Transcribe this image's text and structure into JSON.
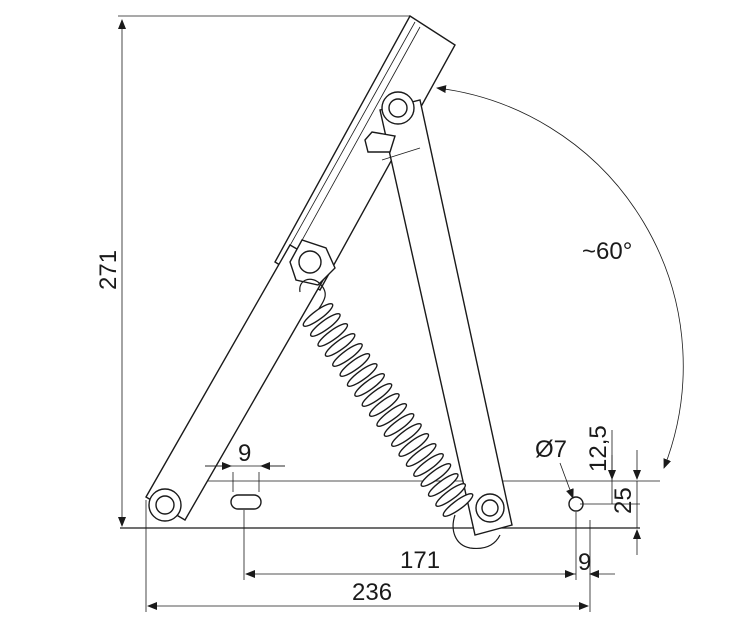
{
  "drawing": {
    "dimensions": {
      "height": "271",
      "slot_width": "9",
      "distance_171": "171",
      "distance_236": "236",
      "hole_diameter": "Ø7",
      "offset_12_5": "12,5",
      "offset_25": "25",
      "offset_9": "9",
      "angle": "~60°"
    }
  }
}
